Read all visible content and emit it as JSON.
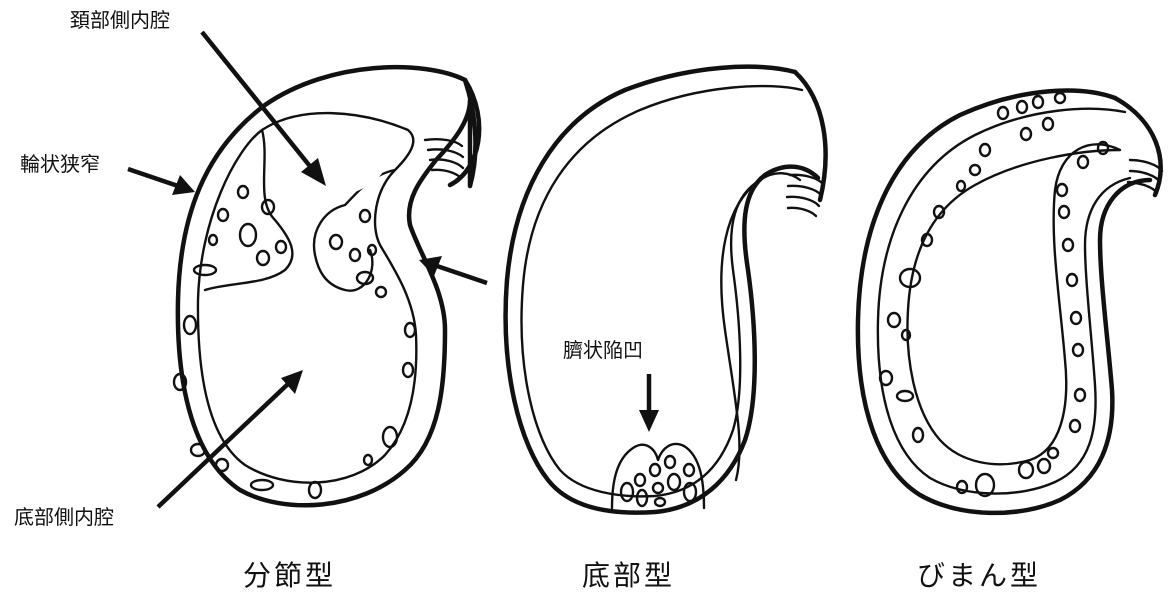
{
  "labels": {
    "neck_lumen": "頚部側内腔",
    "annular_stricture": "輪状狭窄",
    "base_lumen": "底部側内腔",
    "umbilical_depression": "臍状陥凹"
  },
  "captions": {
    "segmental": "分節型",
    "fundal": "底部型",
    "diffuse": "びまん型"
  },
  "colors": {
    "ink": "#111111",
    "background": "#ffffff"
  }
}
